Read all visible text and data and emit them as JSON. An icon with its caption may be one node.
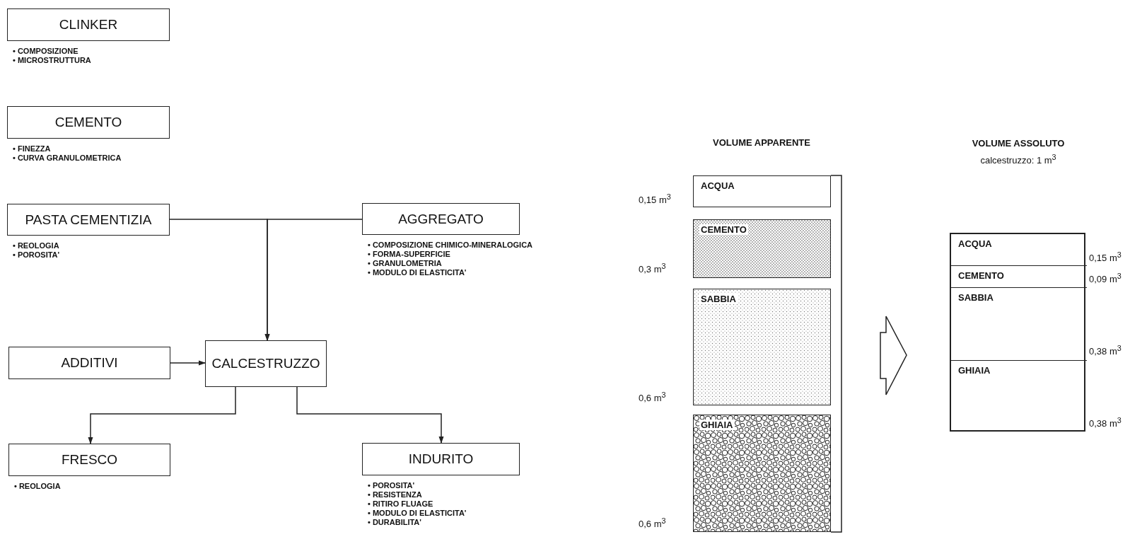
{
  "diagram": {
    "nodes": [
      {
        "text": [
          "CLINKER"
        ],
        "beside": [
          "• COMPOSIZIONE",
          "• MICROSTRUTTURA"
        ]
      },
      {
        "text": [
          "CEMENTO"
        ],
        "beside": [
          "• FINEZZA",
          "• CURVA GRANULOMETRICA"
        ]
      },
      {
        "text": [
          "PASTA CEMENTIZIA"
        ],
        "beside": [
          "• REOLOGIA",
          "• POROSITA'"
        ]
      },
      {
        "text": [
          "AGGREGATO"
        ],
        "beside": [
          "• COMPOSIZIONE CHIMICO-MINERALOGICA",
          "• FORMA-SUPERFICIE",
          "• GRANULOMETRIA",
          "• MODULO DI ELASTICITA'"
        ]
      },
      {
        "text": [
          "ADDITIVI"
        ]
      },
      {
        "text": [
          "CALCESTRUZZO"
        ]
      },
      {
        "text": [
          "FRESCO"
        ],
        "beside": [
          "• REOLOGIA"
        ]
      },
      {
        "text": [
          "INDURITO"
        ],
        "beside": [
          "• POROSITA'",
          "• RESISTENZA",
          "• RITIRO FLUAGE",
          "• MODULO DI ELASTICITA'",
          "• DURABILITA'"
        ]
      },
      {
        "text": [
          "ACQUA"
        ]
      },
      {
        "text": [
          "CEMENTO"
        ]
      },
      {
        "text": [
          "SABBIA"
        ]
      },
      {
        "text": [
          "GHIAIA"
        ]
      },
      {
        "text": [],
        "shape": "box"
      },
      {
        "text": [
          "ACQUA"
        ],
        "in": 12
      },
      {
        "text": [
          "CEMENTO"
        ],
        "in": 12
      },
      {
        "text": [
          "SABBIA"
        ],
        "in": 12
      },
      {
        "text": [
          "GHIAIA"
        ],
        "in": 12
      }
    ],
    "edges": [
      {
        "from": 2,
        "to": 5,
        "arrow": "to"
      },
      {
        "from": 3,
        "to": 5,
        "arrow": "to"
      },
      {
        "from": 4,
        "to": 5,
        "arrow": "to"
      },
      {
        "from": 5,
        "to": 6,
        "arrow": "to"
      },
      {
        "from": 5,
        "to": 7,
        "arrow": "to"
      }
    ],
    "labels": [
      "VOLUME APPARENTE",
      "VOLUME ASSOLUTO",
      "calcestruzzo: 1 m$^{3}$",
      "0,15 m$^{3}$",
      "0,3 m$^{3}$",
      "0,15 m$^{3}$",
      "0,09 m$^{3}$",
      "0,38 m$^{3}$",
      "0,6 m$^{3}$",
      "0,38 m$^{3}$",
      "0,6 m$^{3}$"
    ]
  }
}
